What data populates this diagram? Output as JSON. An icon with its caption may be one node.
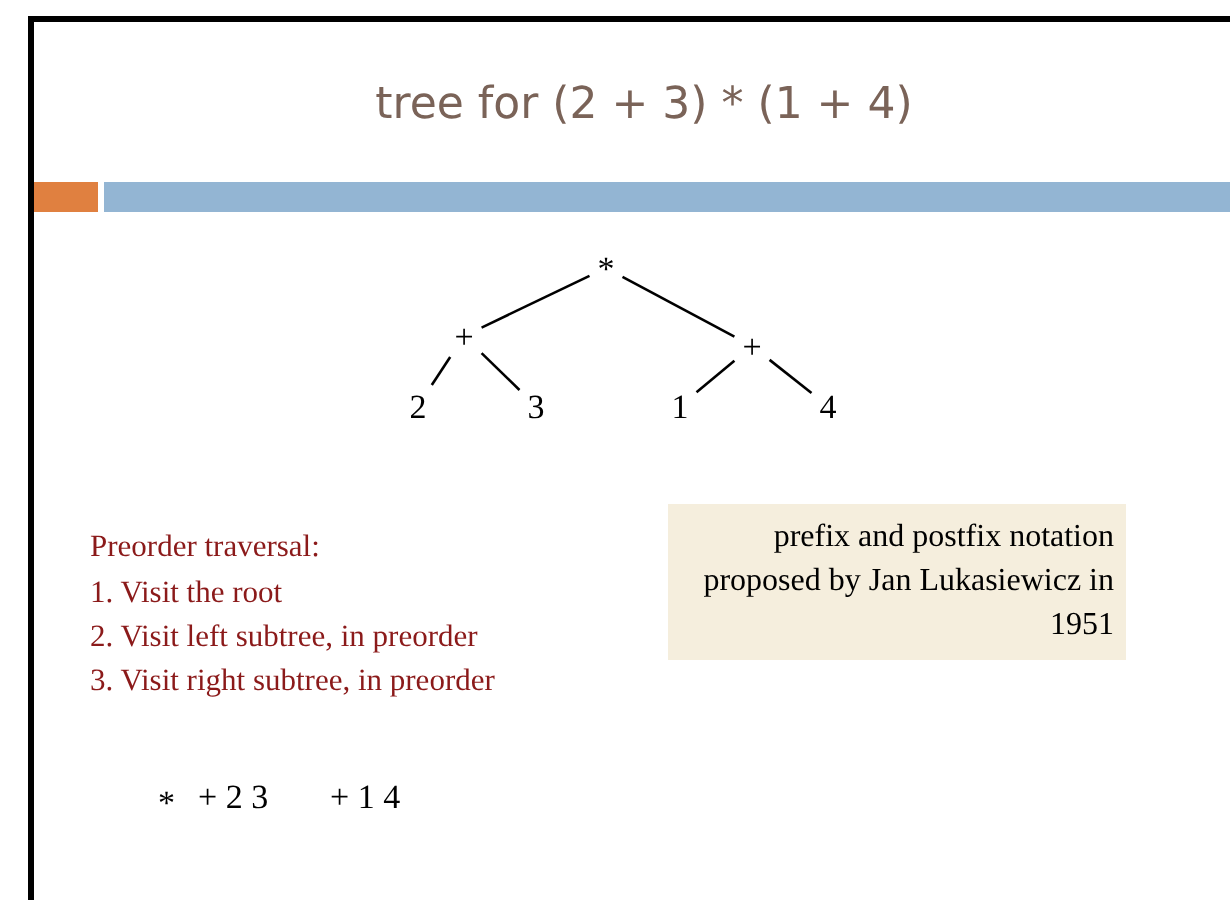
{
  "diagram": {
    "title": "tree for (2 + 3) * (1 + 4)",
    "nodes": [
      {
        "text": [
          "*"
        ]
      },
      {
        "text": [
          "+"
        ]
      },
      {
        "text": [
          "2"
        ]
      },
      {
        "text": [
          "3"
        ]
      },
      {
        "text": [
          "+"
        ]
      },
      {
        "text": [
          "1"
        ]
      },
      {
        "text": [
          "4"
        ]
      },
      {
        "text": [
          "prefix and postfix notation proposed by Jan Lukasiewicz in 1951"
        ]
      }
    ],
    "edges": [
      {
        "from": 0,
        "to": 1,
        "arrow": "none"
      },
      {
        "from": 0,
        "to": 4,
        "arrow": "none"
      },
      {
        "from": 1,
        "to": 2,
        "arrow": "none"
      },
      {
        "from": 1,
        "to": 3,
        "arrow": "none"
      },
      {
        "from": 4,
        "to": 5,
        "arrow": "none"
      },
      {
        "from": 4,
        "to": 6,
        "arrow": "none"
      }
    ],
    "labels": [
      "Preorder traversal:",
      "1. Visit the root",
      "2. Visit left subtree, in preorder",
      "3. Visit right subtree, in preorder",
      "*",
      "+ 2 3",
      "+ 1 4"
    ]
  }
}
